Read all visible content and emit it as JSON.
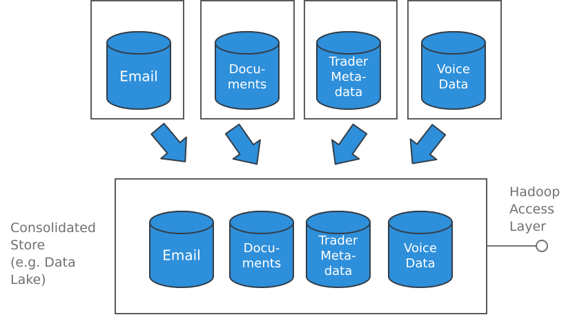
{
  "sources": [
    {
      "lines": [
        "Email"
      ]
    },
    {
      "lines": [
        "Docu-",
        "ments"
      ]
    },
    {
      "lines": [
        "Trader",
        "Meta-",
        "data"
      ]
    },
    {
      "lines": [
        "Voice",
        "Data"
      ]
    }
  ],
  "store": {
    "label": "Consolidated\nStore\n(e.g. Data\nLake)",
    "items": [
      {
        "lines": [
          "Email"
        ]
      },
      {
        "lines": [
          "Docu-",
          "ments"
        ]
      },
      {
        "lines": [
          "Trader",
          "Meta-",
          "data"
        ]
      },
      {
        "lines": [
          "Voice",
          "Data"
        ]
      }
    ]
  },
  "access_layer": {
    "label": "Hadoop\nAccess\nLayer"
  },
  "colors": {
    "cylinder_fill": "#2e8fda",
    "cylinder_stroke": "#333d47",
    "cylinder_text": "#ffffff",
    "box_border": "#595959",
    "label_text": "#707070"
  }
}
